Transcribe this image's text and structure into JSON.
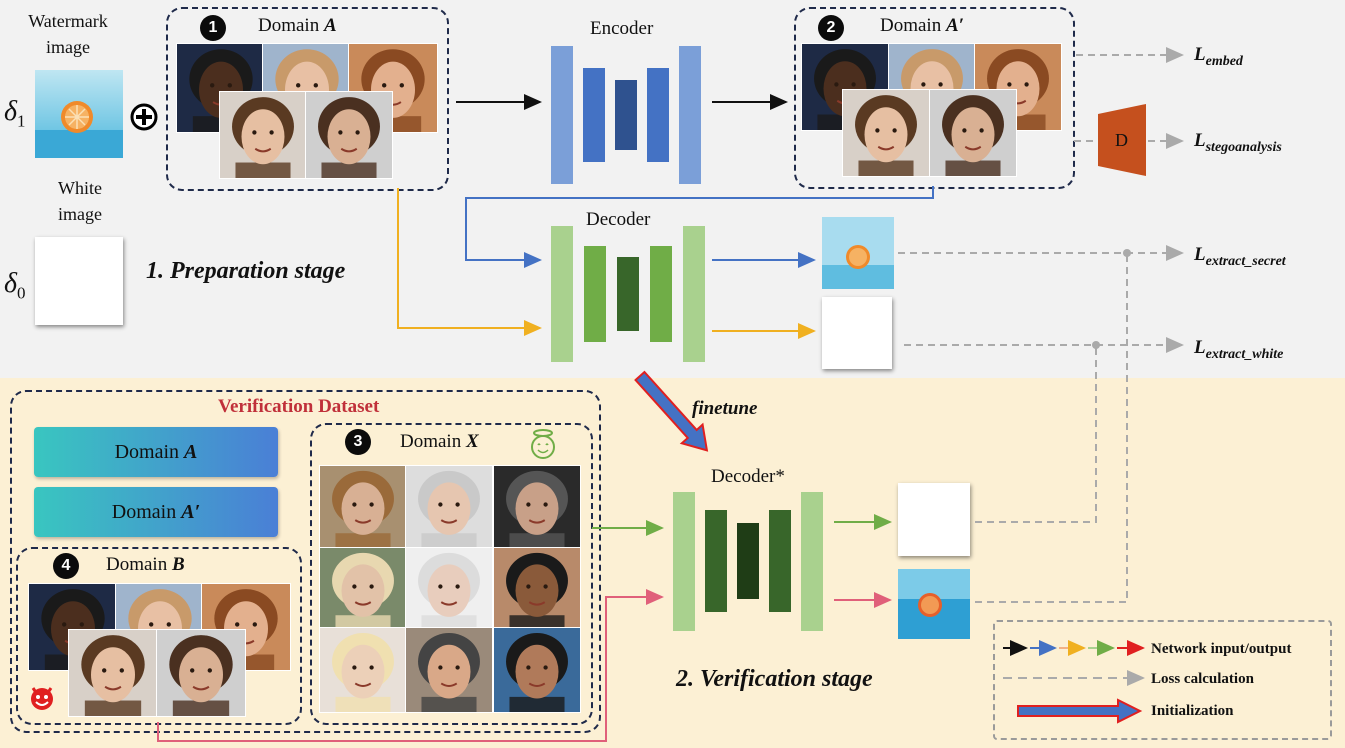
{
  "watermark_label": "Watermark image",
  "white_label": "White image",
  "delta1": "δ",
  "delta1_sub": "1",
  "delta0": "δ",
  "delta0_sub": "0",
  "domain_a": {
    "badge": "1",
    "label": "Domain ",
    "letter": "A"
  },
  "domain_a_prime": {
    "badge": "2",
    "label": "Domain ",
    "letter": "A′"
  },
  "encoder_label": "Encoder",
  "decoder_label": "Decoder",
  "decoder_star_label": "Decoder*",
  "discriminator_label": "D",
  "stage1_label": "1. Preparation stage",
  "stage2_label": "2. Verification stage",
  "finetune_label": "finetune",
  "losses": {
    "embed": {
      "main": "L",
      "sub": "embed"
    },
    "stego": {
      "main": "L",
      "sub": "stegoanalysis"
    },
    "extract_secret": {
      "main": "L",
      "sub": "extract_secret"
    },
    "extract_white": {
      "main": "L",
      "sub": "extract_white"
    }
  },
  "verification": {
    "title": "Verification Dataset",
    "domain_a_btn": {
      "label": "Domain ",
      "letter": "A"
    },
    "domain_a_prime_btn": {
      "label": "Domain ",
      "letter": "A′"
    },
    "domain_x": {
      "badge": "3",
      "label": "Domain ",
      "letter": "X"
    },
    "domain_b": {
      "badge": "4",
      "label": "Domain ",
      "letter": "B"
    }
  },
  "legend": {
    "network_io": "Network input/output",
    "loss_calc": "Loss calculation",
    "initialization": "Initialization"
  },
  "colors": {
    "encoder_light": "#7b9fd8",
    "encoder_mid": "#4472c4",
    "encoder_dark": "#2f528f",
    "decoder_light": "#a9d18e",
    "decoder_mid": "#70ad47",
    "decoder_dark": "#38662a",
    "arrow_blue": "#4472c4",
    "arrow_yellow": "#f0b020",
    "arrow_green": "#70ad47",
    "arrow_pink": "#e0607a",
    "discriminator": "#c5501e",
    "title_red": "#c0303a"
  }
}
